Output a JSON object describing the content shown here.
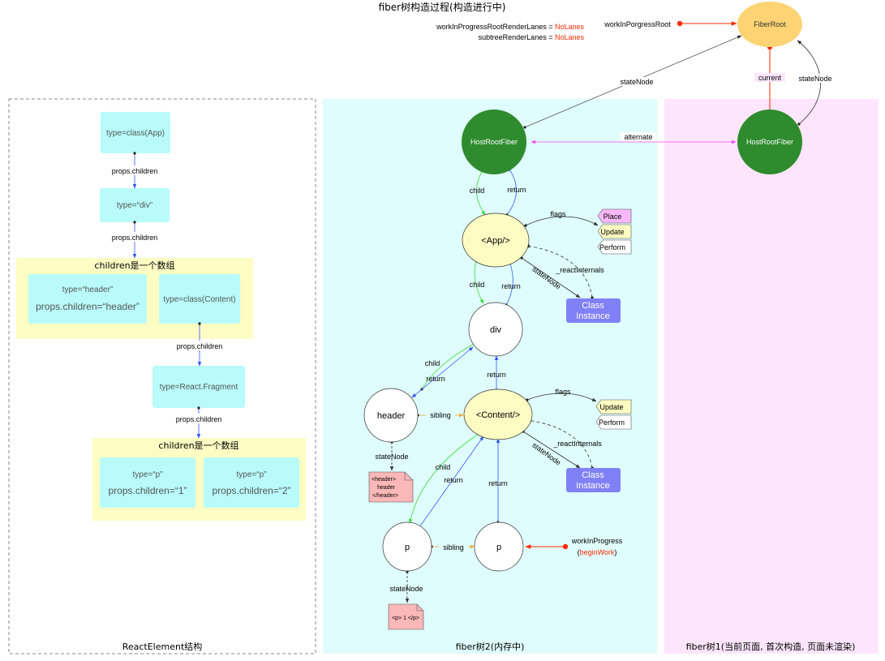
{
  "title": "fiber树构造过程(构造进行中)",
  "globals": {
    "render_lanes_label": "workInProgressRootRenderLanes = ",
    "render_lanes_value": "NoLanes",
    "subtree_lanes_label": "subtreeRenderLanes = ",
    "subtree_lanes_value": "NoLanes",
    "wip_root_label": "workInPorgressRoot"
  },
  "panels": {
    "react_element": "ReactElement结构",
    "fiber2": "fiber树2(内存中)",
    "fiber1": "fiber树1(当前页面, 首次构造, 页面未渲染)"
  },
  "react_elements": {
    "app": "type=class(App)",
    "div": "type=“div”",
    "array1_title": "children是一个数组",
    "header_type": "type=“header”",
    "header_props": "props.children=“header”",
    "content": "type=class(Content)",
    "fragment": "type=React.Fragment",
    "array2_title": "children是一个数组",
    "p1_type": "type=“p”",
    "p1_props": "props.children=“1”",
    "p2_type": "type=“p”",
    "p2_props": "props.children=“2”",
    "edge_label": "props.children"
  },
  "nodes": {
    "fiber_root": "FiberRoot",
    "host_root_fiber_wip": "HostRootFiber",
    "host_root_fiber_current": "HostRootFiber",
    "app": "<App/>",
    "div": "div",
    "header": "header",
    "content": "<Content/>",
    "p1": "p",
    "p2": "p"
  },
  "class_instance": {
    "line1": "Class",
    "line2": "Instance"
  },
  "flags": {
    "app": [
      "Place",
      "Update",
      "Perform"
    ],
    "content": [
      "Update",
      "Perform"
    ]
  },
  "state_nodes": {
    "header_lines": [
      "<header>",
      "header",
      "</header>"
    ],
    "p": "<p> 1 </p>"
  },
  "edge_labels": {
    "stateNode": "stateNode",
    "current": "current",
    "alternate": "alternate",
    "child": "child",
    "return": "return",
    "sibling": "sibling",
    "flags": "flags",
    "reactInternals": "_reactInternals",
    "reactInternals2": "_reactInternals"
  },
  "wip_pointer": {
    "label": "workInProgress",
    "open": "(",
    "value": "beginWork",
    "close": ")"
  },
  "colors": {
    "react_panel_border": "#888888",
    "fiber2_bg": "#e0fdfd",
    "fiber1_bg": "#fde6fd",
    "element_box": "#b9fbfb",
    "array_box": "#fdfcc3",
    "fiber_root": "#fdd374",
    "host_root": "#2e8b2e",
    "class_fiber": "#fdfcc3",
    "class_instance": "#8181f7",
    "state_node_doc": "#fbb8b8",
    "place_flag": "#f9b8f9",
    "red": "#ff2a00",
    "child_edge": "#33dd33",
    "return_edge": "#3355ff",
    "sibling_edge": "#f5a623",
    "alternate_edge": "#ff44ff"
  }
}
